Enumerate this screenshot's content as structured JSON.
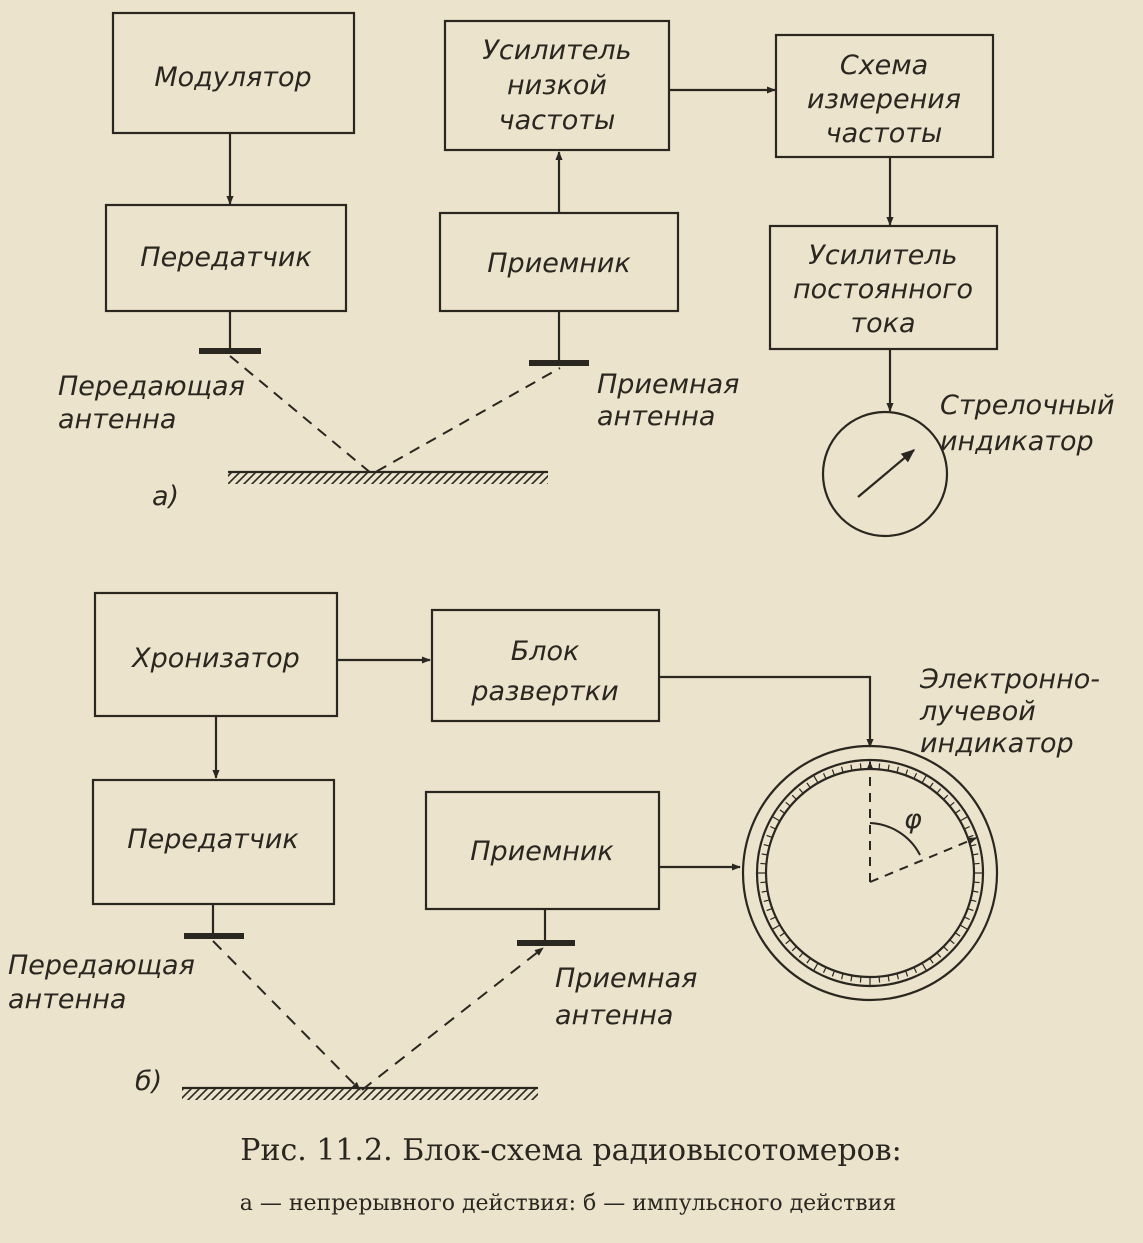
{
  "diagram_a": {
    "part_label": "а)",
    "modulator": [
      "Модулятор"
    ],
    "transmitter": [
      "Передатчик"
    ],
    "receiver": [
      "Приемник"
    ],
    "lf_amplifier": [
      "Усилитель",
      "низкой",
      "частоты"
    ],
    "freq_meter": [
      "Схема",
      "измерения",
      "частоты"
    ],
    "dc_amplifier": [
      "Усилитель",
      "постоянного",
      "тока"
    ],
    "tx_antenna": [
      "Передающая",
      "антенна"
    ],
    "rx_antenna": [
      "Приемная",
      "антенна"
    ],
    "indicator": [
      "Стрелочный",
      "индикатор"
    ]
  },
  "diagram_b": {
    "part_label": "б)",
    "synchronizer": [
      "Хронизатор"
    ],
    "sweep_unit": [
      "Блок",
      "развертки"
    ],
    "transmitter": [
      "Передатчик"
    ],
    "receiver": [
      "Приемник"
    ],
    "tx_antenna": [
      "Передающая",
      "антенна"
    ],
    "rx_antenna": [
      "Приемная",
      "антенна"
    ],
    "crt_indicator": [
      "Электронно-",
      "лучевой",
      "индикатор"
    ],
    "angle_symbol": "φ"
  },
  "caption": {
    "title": "Рис. 11.2. Блок-схема радиовысотомеров:",
    "subtitle": "а — непрерывного действия:  б — импульсного действия"
  }
}
